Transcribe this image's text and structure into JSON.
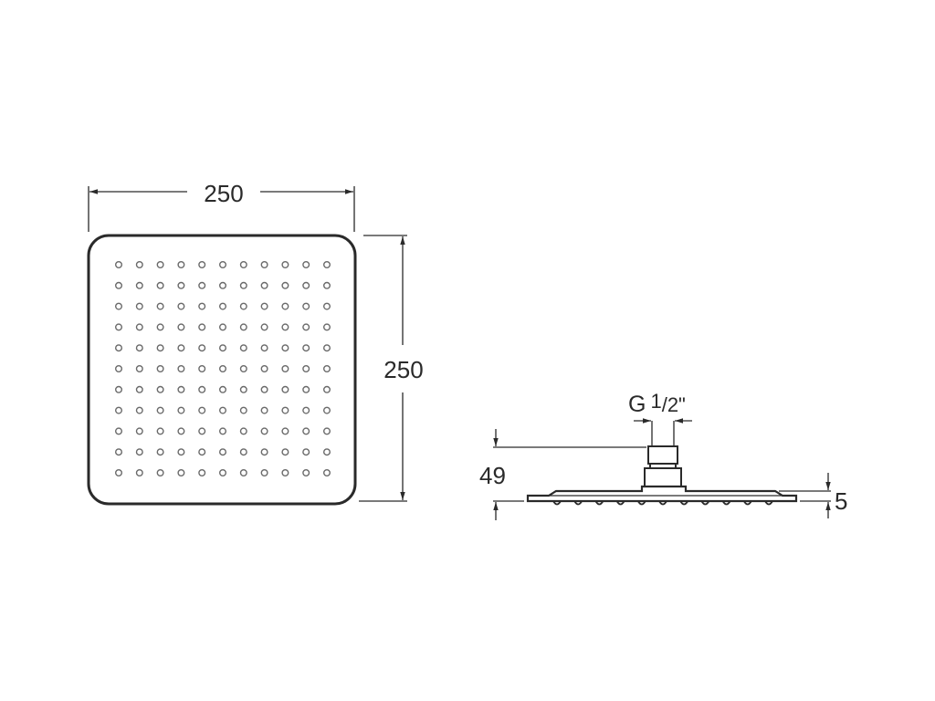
{
  "drawing": {
    "subject": "square shower head technical drawing",
    "colors": {
      "line": "#2a2a2a",
      "hole": "#6a6a6a",
      "background": "#ffffff"
    },
    "top_view": {
      "width_label": "250",
      "height_label": "250",
      "hole_rows": 11,
      "hole_cols": 11
    },
    "side_view": {
      "thread_label_g": "G",
      "thread_label_num": "1",
      "thread_label_den": "/2\"",
      "height_label": "49",
      "plate_thickness_label": "5",
      "nozzle_count": 11
    }
  }
}
